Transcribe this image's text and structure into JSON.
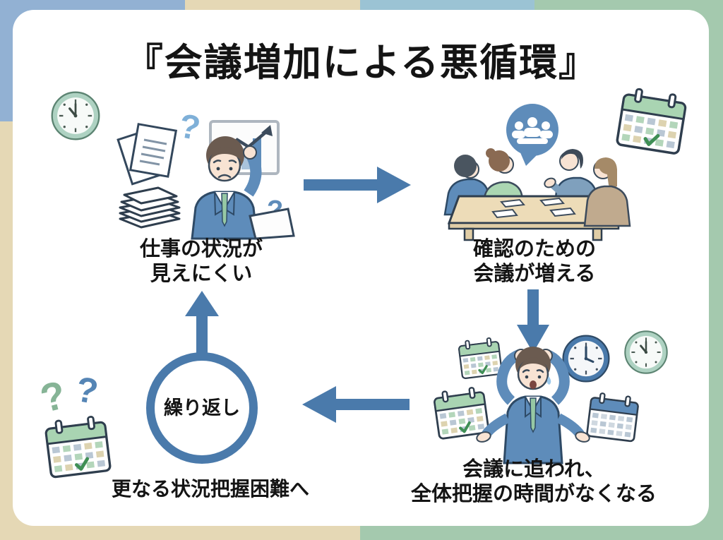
{
  "title": "『会議増加による悪循環』",
  "steps": [
    {
      "id": 1,
      "lines": [
        "仕事の状況が",
        "見えにくい"
      ],
      "illustration": "confused-worker-with-documents-and-chart"
    },
    {
      "id": 2,
      "lines": [
        "確認のための",
        "会議が増える"
      ],
      "illustration": "four-people-meeting-at-table"
    },
    {
      "id": 3,
      "lines": [
        "会議に追われ、",
        "全体把握の時間がなくなる"
      ],
      "illustration": "overwhelmed-worker-with-calendars-and-clocks"
    }
  ],
  "loop": {
    "label": "繰り返し",
    "caption": "更なる状況把握困難へ"
  },
  "decorations": {
    "question_mark": "?",
    "top_left": "clock-icon",
    "top_right": "calendar-icon",
    "bottom_left": "question-marks-and-calendar-icon"
  },
  "colors": {
    "bg_blue": "#92b1d3",
    "bg_beige": "#e5d8b5",
    "bg_light_blue": "#9bc3d4",
    "bg_green": "#a4c9ae",
    "card": "#ffffff",
    "arrow": "#4a7aab",
    "suit_blue": "#5e8cba",
    "tie_green": "#96c8a4",
    "text": "#141414"
  }
}
